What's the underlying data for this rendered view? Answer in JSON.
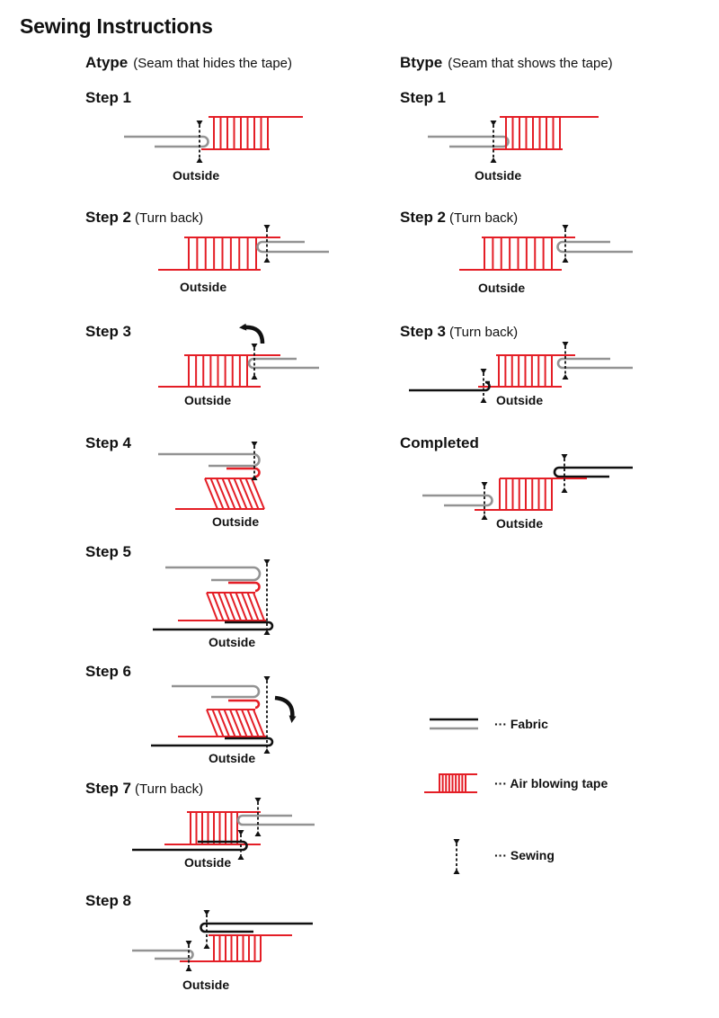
{
  "title": "Sewing Instructions",
  "columns": {
    "a": {
      "name": "Atype",
      "subtitle": "(Seam that hides the tape)"
    },
    "b": {
      "name": "Btype",
      "subtitle": "(Seam that shows the tape)"
    }
  },
  "a_steps": [
    {
      "label": "Step 1",
      "note": "",
      "outside": "Outside"
    },
    {
      "label": "Step 2",
      "note": "(Turn back)",
      "outside": "Outside"
    },
    {
      "label": "Step 3",
      "note": "",
      "outside": "Outside"
    },
    {
      "label": "Step 4",
      "note": "",
      "outside": "Outside"
    },
    {
      "label": "Step 5",
      "note": "",
      "outside": "Outside"
    },
    {
      "label": "Step 6",
      "note": "",
      "outside": "Outside"
    },
    {
      "label": "Step 7",
      "note": "(Turn back)",
      "outside": "Outside"
    },
    {
      "label": "Step 8",
      "note": "",
      "outside": "Outside"
    }
  ],
  "b_steps": [
    {
      "label": "Step 1",
      "note": "",
      "outside": "Outside"
    },
    {
      "label": "Step 2",
      "note": "(Turn back)",
      "outside": "Outside"
    },
    {
      "label": "Step 3",
      "note": "(Turn back)",
      "outside": "Outside"
    },
    {
      "label": "Completed",
      "note": "",
      "outside": "Outside"
    }
  ],
  "legend": {
    "fabric": "··· Fabric",
    "tape": "··· Air blowing tape",
    "sewing": "··· Sewing"
  },
  "colors": {
    "tape": "#e41e26",
    "fabric_dark": "#111111",
    "fabric_light": "#939393",
    "sewing": "#111111"
  }
}
